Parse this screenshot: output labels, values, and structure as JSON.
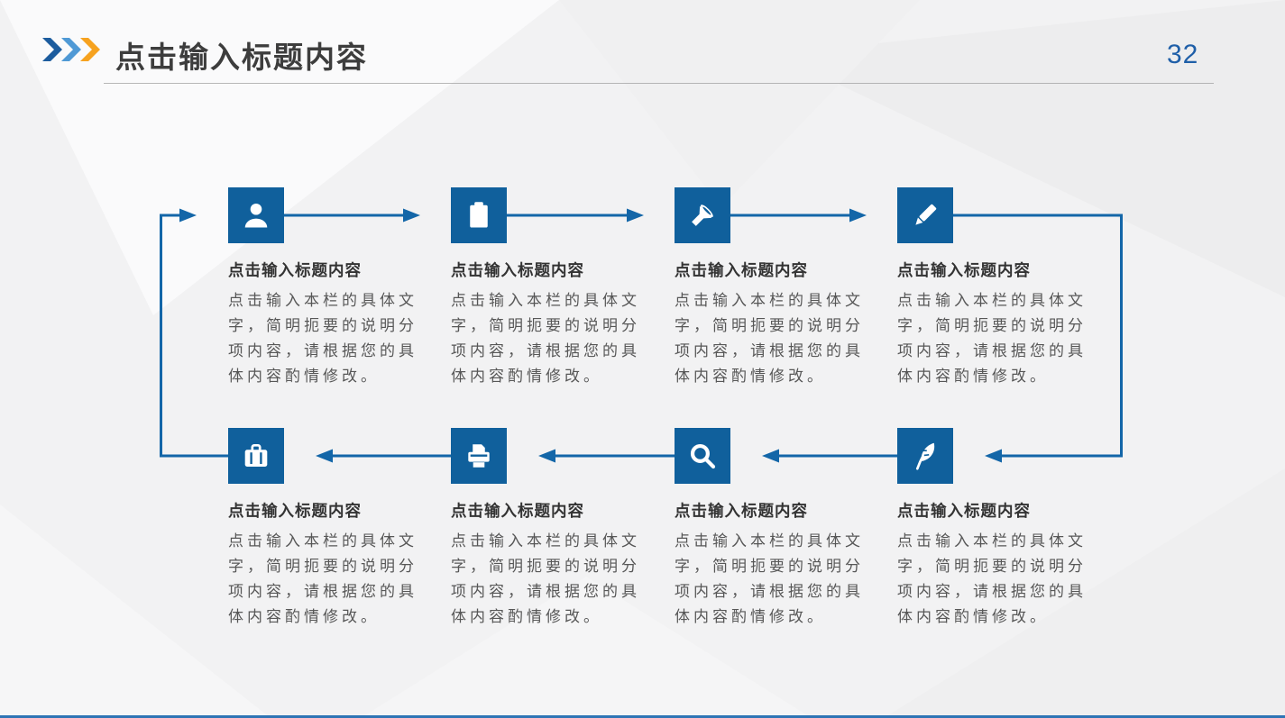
{
  "slide": {
    "header": {
      "title": "点击输入标题内容",
      "page_number": "32"
    },
    "process": {
      "items": [
        {
          "icon": "user-icon",
          "title": "点击输入标题内容",
          "body_lines": [
            "点击输入本栏的具体文",
            "字，简明扼要的说明分",
            "项内容，请根据您的具",
            "体内容酌情修改。"
          ]
        },
        {
          "icon": "clipboard-icon",
          "title": "点击输入标题内容",
          "body_lines": [
            "点击输入本栏的具体文",
            "字，简明扼要的说明分",
            "项内容，请根据您的具",
            "体内容酌情修改。"
          ]
        },
        {
          "icon": "flashlight-icon",
          "title": "点击输入标题内容",
          "body_lines": [
            "点击输入本栏的具体文",
            "字，简明扼要的说明分",
            "项内容，请根据您的具",
            "体内容酌情修改。"
          ]
        },
        {
          "icon": "pencil-icon",
          "title": "点击输入标题内容",
          "body_lines": [
            "点击输入本栏的具体文",
            "字，简明扼要的说明分",
            "项内容，请根据您的具",
            "体内容酌情修改。"
          ]
        },
        {
          "icon": "briefcase-icon",
          "title": "点击输入标题内容",
          "body_lines": [
            "点击输入本栏的具体文",
            "字，简明扼要的说明分",
            "项内容，请根据您的具",
            "体内容酌情修改。"
          ]
        },
        {
          "icon": "printer-icon",
          "title": "点击输入标题内容",
          "body_lines": [
            "点击输入本栏的具体文",
            "字，简明扼要的说明分",
            "项内容，请根据您的具",
            "体内容酌情修改。"
          ]
        },
        {
          "icon": "search-icon",
          "title": "点击输入标题内容",
          "body_lines": [
            "点击输入本栏的具体文",
            "字，简明扼要的说明分",
            "项内容，请根据您的具",
            "体内容酌情修改。"
          ]
        },
        {
          "icon": "feather-icon",
          "title": "点击输入标题内容",
          "body_lines": [
            "点击输入本栏的具体文",
            "字，简明扼要的说明分",
            "项内容，请根据您的具",
            "体内容酌情修改。"
          ]
        }
      ]
    },
    "colors": {
      "icon_square_blue": "#10609c",
      "arrow_blue": "#1366a8",
      "chevron_dark_blue": "#1c5c9e",
      "chevron_light_blue": "#4f99d5",
      "chevron_orange": "#f6a21f",
      "page_number_blue": "#1f5fa8",
      "title_text": "#3d3d3d",
      "body_text": "#575757",
      "bottom_bar_blue": "#2e74b5"
    }
  }
}
